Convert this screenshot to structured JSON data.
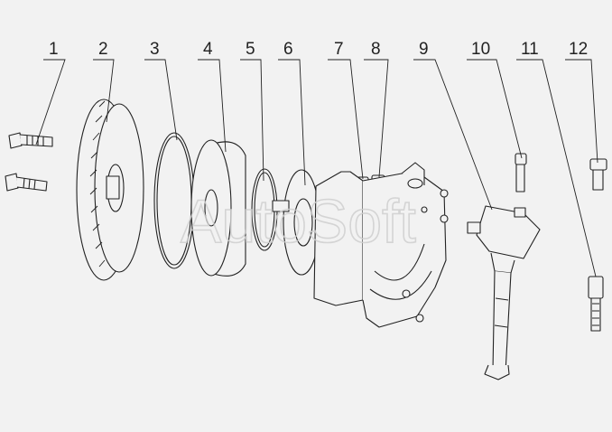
{
  "diagram": {
    "watermark": "AutoSoft",
    "callouts": [
      {
        "label": "1"
      },
      {
        "label": "2"
      },
      {
        "label": "3"
      },
      {
        "label": "4"
      },
      {
        "label": "5"
      },
      {
        "label": "6"
      },
      {
        "label": "7"
      },
      {
        "label": "8"
      },
      {
        "label": "9"
      },
      {
        "label": "10"
      },
      {
        "label": "11"
      },
      {
        "label": "12"
      }
    ]
  }
}
